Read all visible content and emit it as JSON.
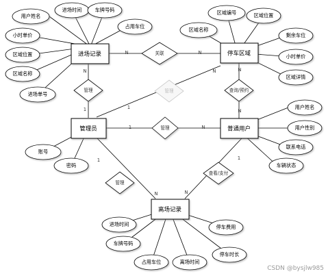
{
  "entities": {
    "entry_record": "进场记录",
    "parking_area": "停车区域",
    "admin": "管理员",
    "user": "普通用户",
    "exit_record": "离场记录"
  },
  "relationships": {
    "relate": "关联",
    "manage_entry": "管理",
    "manage_area_link": "管理",
    "query_reserve": "查询/预约",
    "manage_user": "管理",
    "manage_exit": "管理",
    "query_pay": "查看/支付"
  },
  "cardinality": {
    "n": "N",
    "one": "1"
  },
  "attributes": {
    "entry_user_name": "用户姓名",
    "entry_time": "进场时间",
    "entry_plate": "车牌号码",
    "entry_space": "占用车位",
    "entry_hourly_price": "小时单价",
    "entry_area_location": "区域位置",
    "entry_area_name": "区域名称",
    "entry_no": "进场单号",
    "area_no": "区域编号",
    "area_location": "区域位置",
    "area_name": "区域名称",
    "remaining_spaces": "剩余车位",
    "area_hourly_price": "小时单价",
    "area_detail": "区域详情",
    "admin_account": "账号",
    "admin_password": "密码",
    "user_name": "用户姓名",
    "user_gender": "用户性别",
    "user_phone": "联系电话",
    "vehicle_status": "车辆状态",
    "exit_entry_time": "进场时间",
    "exit_plate": "车牌号码",
    "exit_space": "占用车位",
    "exit_time": "离场时间",
    "parking_fee": "停车费用",
    "parking_duration": "停车时长"
  },
  "watermark": "CSDN @bysjlw985"
}
